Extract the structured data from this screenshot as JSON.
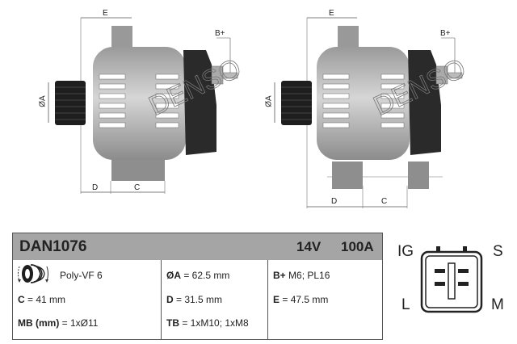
{
  "drawings": [
    {
      "name": "side-view-left",
      "labels": {
        "e": "E",
        "b_plus": "B+",
        "dia_a": "ØA",
        "d": "D",
        "c": "C"
      },
      "watermark": "DENSO"
    },
    {
      "name": "side-view-right",
      "labels": {
        "e": "E",
        "b_plus": "B+",
        "dia_a": "ØA",
        "d": "D",
        "c": "C"
      },
      "watermark": "DENSO"
    }
  ],
  "spec": {
    "part_number": "DAN1076",
    "voltage": "14V",
    "amperage": "100A",
    "pulley": "Poly-VF 6",
    "c_key": "C",
    "c_value": " = 41 mm",
    "mb_key": "MB (mm)",
    "mb_value": " = 1xØ11",
    "a_key": "ØA",
    "a_value": " = 62.5 mm",
    "d_key": "D",
    "d_value": " = 31.5 mm",
    "tb_key": "TB",
    "tb_value": " = 1xM10; 1xM8",
    "bplus_key": "B+",
    "bplus_value": " M6; PL16",
    "e_key": "E",
    "e_value": " = 47.5 mm"
  },
  "connector": {
    "ig": "IG",
    "s": "S",
    "l": "L",
    "m": "M"
  },
  "colors": {
    "header_bg": "#a5a5a5",
    "housing": "#a8a8a8",
    "rear_cover": "#2a2a2a",
    "pulley": "#1e1e1e"
  }
}
